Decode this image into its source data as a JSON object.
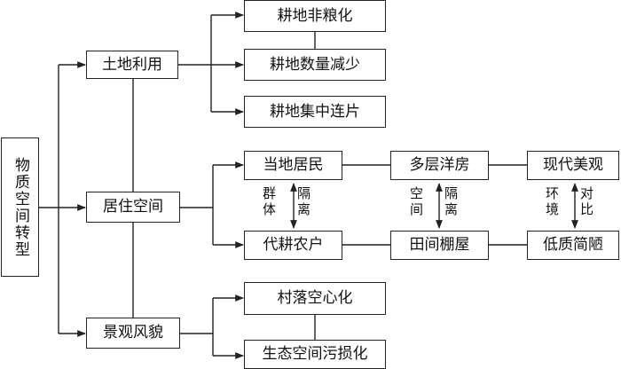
{
  "root": "物质空间转型",
  "categories": {
    "land_use": "土地利用",
    "living_space": "居住空间",
    "landscape": "景观风貌"
  },
  "land_use_items": [
    "耕地非粮化",
    "耕地数量减少",
    "耕地集中连片"
  ],
  "living_space": {
    "top_row": [
      "当地居民",
      "多层洋房",
      "现代美观"
    ],
    "bottom_row": [
      "代耕农户",
      "田间棚屋",
      "低质简陋"
    ],
    "relations": [
      {
        "left": "群体",
        "right": "隔离"
      },
      {
        "left": "空间",
        "right": "隔离"
      },
      {
        "left": "环境",
        "right": "对比"
      }
    ]
  },
  "landscape_items": [
    "村落空心化",
    "生态空间污损化"
  ]
}
